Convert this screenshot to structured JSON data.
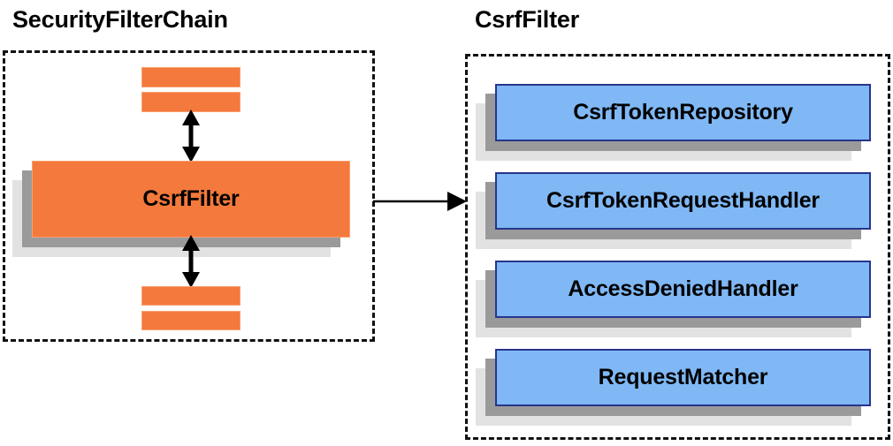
{
  "diagram": {
    "title_left": "SecurityFilterChain",
    "title_right": "CsrfFilter",
    "left_panel": {
      "title": "SecurityFilterChain",
      "highlight_component": "CsrfFilter",
      "collapsed_filters_above": [
        "",
        ""
      ],
      "collapsed_filters_below": [
        "",
        ""
      ]
    },
    "right_panel": {
      "title": "CsrfFilter",
      "collaborators": [
        {
          "label": "CsrfTokenRepository"
        },
        {
          "label": "CsrfTokenRequestHandler"
        },
        {
          "label": "AccessDeniedHandler"
        },
        {
          "label": "RequestMatcher"
        }
      ]
    },
    "connectors": {
      "chain_up": "double-headed-vertical-arrow",
      "chain_down": "double-headed-vertical-arrow",
      "panel_link": "right-arrow"
    },
    "colors": {
      "filter_orange": "#f4793c",
      "filter_orange_border": "#f9a071",
      "collaborator_blue": "#7fb8f5",
      "collaborator_blue_border": "#27358c",
      "shadow_near": "#9a9a9a",
      "shadow_far": "#e2e2e2",
      "outline": "#111111",
      "text": "#000000",
      "background": "#ffffff"
    }
  }
}
